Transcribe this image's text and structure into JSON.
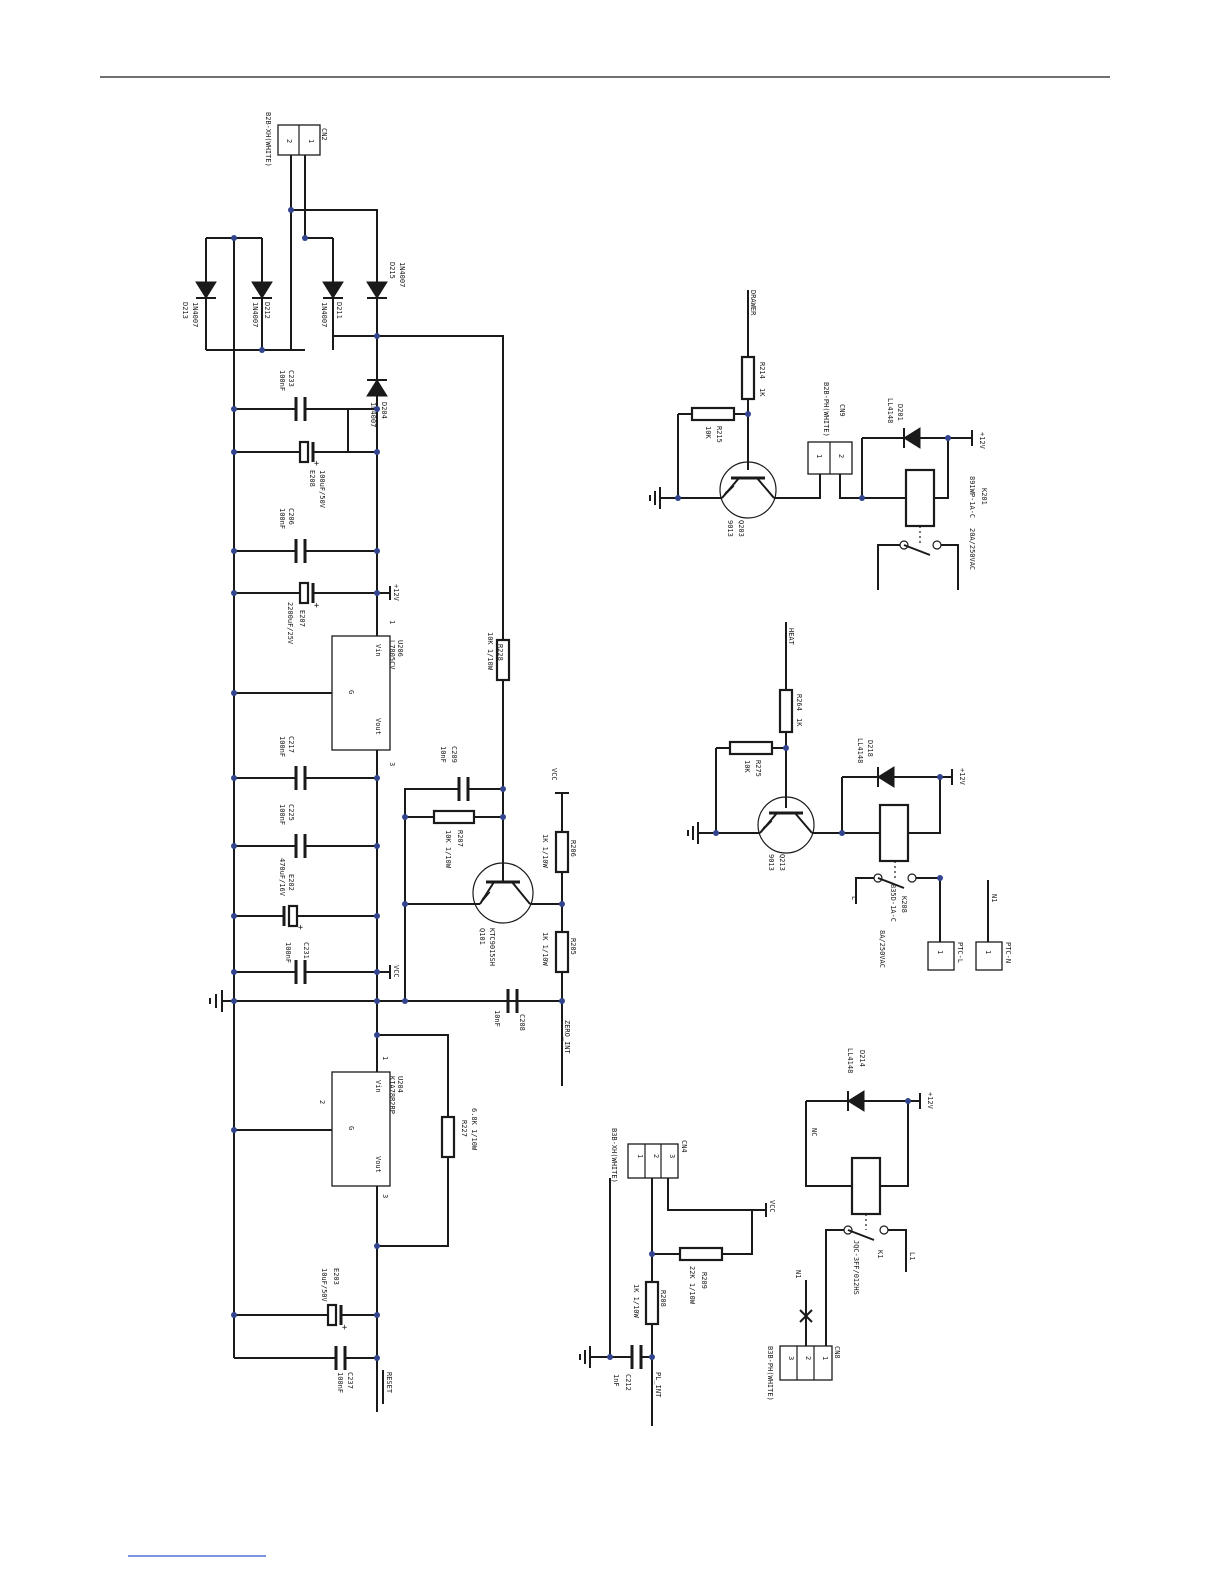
{
  "connectors": {
    "cn2": {
      "ref": "CN2",
      "part": "B2B-XH(WHITE)",
      "pins": [
        "1",
        "2"
      ]
    },
    "cn9": {
      "ref": "CN9",
      "part": "B2B-PH(WHITE)",
      "pins": [
        "1",
        "2"
      ]
    },
    "cn4": {
      "ref": "CN4",
      "part": "B3B-XH(WHITE)",
      "pins": [
        "3",
        "2",
        "1"
      ]
    },
    "cn8": {
      "ref": "CN8",
      "part": "B3B-PH(WHITE)",
      "pins": [
        "1",
        "2",
        "3"
      ]
    },
    "ptcl": {
      "ref": "PTC-L",
      "pin": "1"
    },
    "ptcn": {
      "ref": "PTC-N",
      "pin": "1"
    }
  },
  "diodes": [
    {
      "ref": "D213",
      "value": "1N4007"
    },
    {
      "ref": "D212",
      "value": "1N4007"
    },
    {
      "ref": "D211",
      "value": "1N4007"
    },
    {
      "ref": "D215",
      "value": "1N4007"
    },
    {
      "ref": "D204",
      "value": "1N4007"
    },
    {
      "ref": "D201",
      "value": "LL4148"
    },
    {
      "ref": "D218",
      "value": "LL4148"
    },
    {
      "ref": "D214",
      "value": "LL4148"
    }
  ],
  "capacitors": {
    "c233": {
      "ref": "C233",
      "value": "100nF"
    },
    "e208": {
      "ref": "E208",
      "value": "100uF/50V"
    },
    "c206": {
      "ref": "C206",
      "value": "100nF"
    },
    "e207": {
      "ref": "E207",
      "value": "2200uF/25V"
    },
    "c217": {
      "ref": "C217",
      "value": "100nF"
    },
    "c225": {
      "ref": "C225",
      "value": "100nF"
    },
    "e202": {
      "ref": "E202",
      "value": "470uF/16V"
    },
    "c231": {
      "ref": "C231",
      "value": "100nF"
    },
    "c209": {
      "ref": "C209",
      "value": "10nF"
    },
    "c208": {
      "ref": "C208",
      "value": "10nF"
    },
    "e203": {
      "ref": "E203",
      "value": "10uF/50V"
    },
    "c237": {
      "ref": "C237",
      "value": "100nF"
    },
    "c212": {
      "ref": "C212",
      "value": "1nF"
    }
  },
  "resistors": {
    "r228": {
      "ref": "R228",
      "value": "10K 1/10W"
    },
    "r207": {
      "ref": "R207",
      "value": "10K 1/10W"
    },
    "r206": {
      "ref": "R206",
      "value": "1K 1/10W"
    },
    "r205": {
      "ref": "R205",
      "value": "1K 1/10W"
    },
    "r227": {
      "ref": "R227",
      "value": "6.8K 1/10W"
    },
    "r214": {
      "ref": "R214",
      "value": "1K"
    },
    "r215": {
      "ref": "R215",
      "value": "10K"
    },
    "r264": {
      "ref": "R264",
      "value": "1K"
    },
    "r275": {
      "ref": "R275",
      "value": "10K"
    },
    "r209": {
      "ref": "R209",
      "value": "22K 1/10W"
    },
    "r208": {
      "ref": "R208",
      "value": "1K 1/10W"
    }
  },
  "regulators": {
    "u206": {
      "ref": "U206",
      "part": "L7805CV",
      "vin": "Vin",
      "vout": "Vout",
      "gnd": "G",
      "pin1": "1",
      "pin3": "3"
    },
    "u204": {
      "ref": "U204",
      "part": "KIA78R2RP",
      "vin": "Vin",
      "vout": "Vout",
      "gnd": "G",
      "pin1": "1",
      "pin2": "2",
      "pin3": "3"
    }
  },
  "transistors": {
    "q101": {
      "ref": "Q101",
      "part": "KTC9015SH"
    },
    "q203": {
      "ref": "Q203",
      "part": "9013"
    },
    "q213": {
      "ref": "Q213",
      "part": "9013"
    }
  },
  "relays": {
    "k201": {
      "ref": "K201",
      "part": "891WP-1A-C",
      "rating": "20A/250VAC"
    },
    "k208": {
      "ref": "K208",
      "part": "835D-1A-C",
      "rating": "8A/250VAC",
      "contact_label": "L"
    },
    "k1": {
      "ref": "K1",
      "part": "JQC-3FF/012HS",
      "coil_label": "NC",
      "contact_label": "L1"
    }
  },
  "nets": {
    "v12_a": "+12V",
    "v12_b": "+12V",
    "v12_c": "+12V",
    "v12_d": "+12V",
    "vcc_a": "VCC",
    "vcc_b": "VCC",
    "vcc_c": "VCC",
    "zero_int": "ZERO_INT",
    "reset": "RESET",
    "pl_int": "PL_INT",
    "drawer": "DRAWER",
    "heat": "HEAT",
    "n1_a": "N1",
    "n1_b": "N1"
  }
}
